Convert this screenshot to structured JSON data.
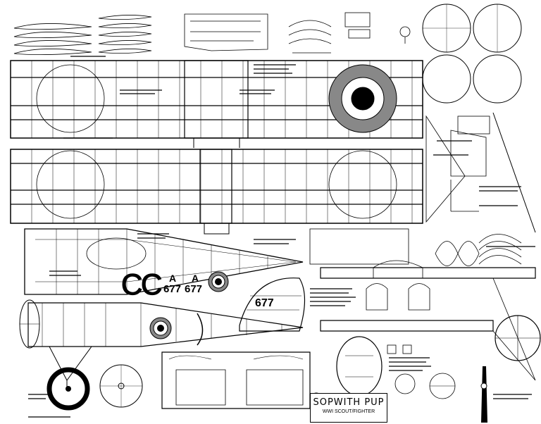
{
  "plan": {
    "title": "SOPWITH PUP",
    "subtitle": "WWI SCOUT/FIGHTER",
    "markings": {
      "letters_left": "C",
      "letters_right": "C",
      "serial_a": "A",
      "serial_num": "677",
      "tail_code": "677"
    }
  },
  "icons": {
    "roundel": "roundel-icon",
    "wheel": "wheel-icon",
    "propeller": "propeller-icon"
  },
  "colors": {
    "ink": "#000000",
    "paper": "#ffffff",
    "roundel_mid": "#888888"
  }
}
